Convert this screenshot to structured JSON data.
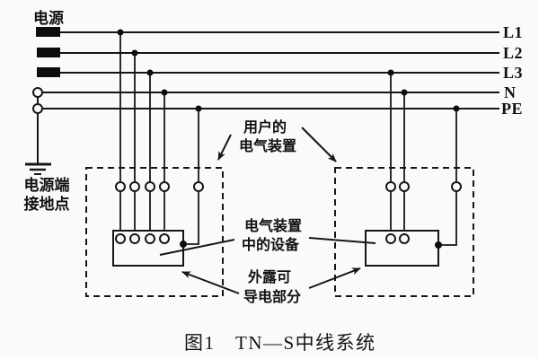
{
  "diagram": {
    "type": "electrical-wiring-schematic",
    "colors": {
      "background": "#fbfaf8",
      "line": "#161616"
    },
    "source": {
      "label": "电源"
    },
    "ground": {
      "label_lines": [
        "电源端",
        "接地点"
      ]
    },
    "conductors": [
      {
        "label": "L1"
      },
      {
        "label": "L2"
      },
      {
        "label": "L3"
      },
      {
        "label": "N"
      },
      {
        "label": "PE"
      }
    ],
    "annotations": {
      "user_installation": {
        "line1": "用户的",
        "line2": "电气装置"
      },
      "equipment": {
        "line1": "电气装置",
        "line2": "中的设备"
      },
      "exposed_conductive": {
        "line1": "外露可",
        "line2": "导电部分"
      }
    },
    "caption": {
      "figure_no": "图1",
      "title": "TN—S中线系统"
    }
  }
}
